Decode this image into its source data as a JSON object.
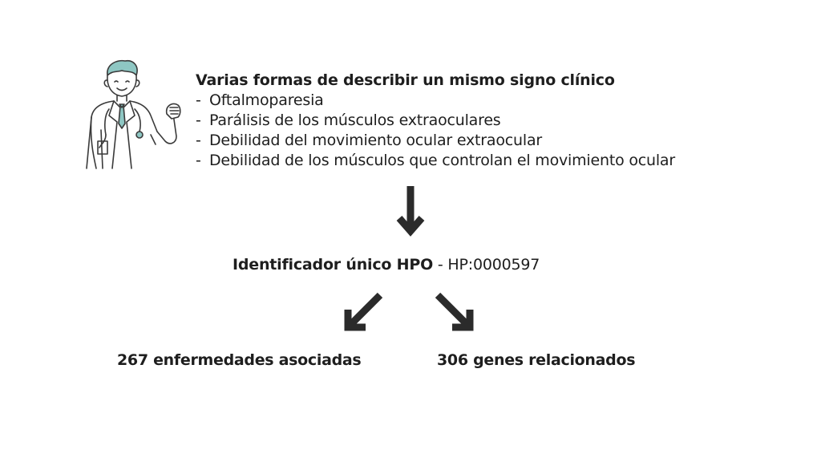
{
  "synonyms": {
    "title": "Varias formas de describir un mismo signo clínico",
    "items": [
      "Oftalmoparesia",
      "Parálisis de los músculos extraoculares",
      "Debilidad del movimiento ocular extraocular",
      "Debilidad de los músculos que controlan el movimiento ocular"
    ],
    "bullet": "-"
  },
  "identifier": {
    "label": "Identificador único HPO",
    "separator": " - ",
    "code": "HP:0000597"
  },
  "outcomes": {
    "diseases": "267 enfermedades asociadas",
    "genes": "306 genes relacionados"
  },
  "icons": {
    "doctor": "doctor-with-stethoscope-illustration",
    "arrow": "arrow-down-icon"
  },
  "colors": {
    "text": "#1e1e1e",
    "arrow": "#2b2b2b",
    "accent_hair": "#8ec7c3",
    "accent_tie": "#8ec7c3",
    "line_art": "#3a3a3a"
  }
}
